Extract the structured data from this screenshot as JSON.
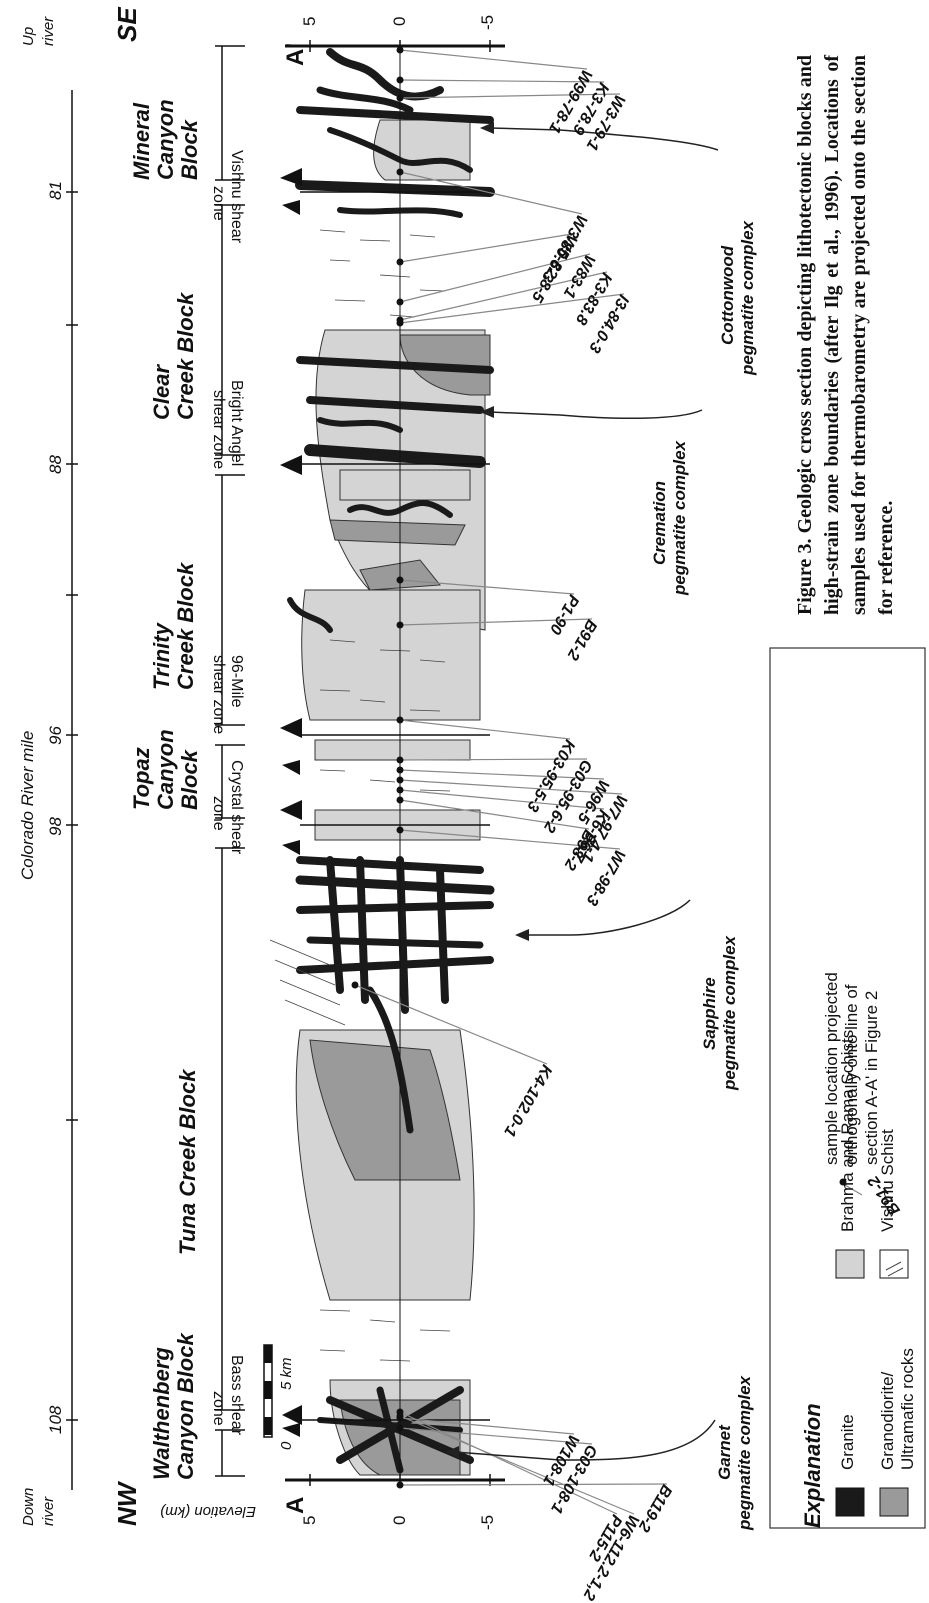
{
  "figure_caption": "Figure 3. Geologic cross section depicting lithotectonic blocks and high-strain zone boundaries (after Ilg et al., 1996). Locations of samples used for thermobarometry are projected onto the section for reference.",
  "section": {
    "end_left": "A",
    "end_right": "A'",
    "left_direction": "NW",
    "right_direction": "SE",
    "left_river": [
      "Down",
      "river"
    ],
    "right_river": [
      "Up",
      "river"
    ],
    "river_mile_title": "Colorado River mile",
    "river_miles": [
      "81",
      "88",
      "96",
      "98",
      "108"
    ],
    "elevation_axis_label": "Elevation (km)",
    "elevation_ticks_left": [
      "5",
      "0",
      "-5"
    ],
    "elevation_ticks_right": [
      "5",
      "0",
      "-5"
    ],
    "scale_bar_labels": [
      "5 km",
      "0"
    ]
  },
  "blocks": [
    {
      "line1": "Mineral",
      "line2": "Canyon",
      "line3": "Block"
    },
    {
      "line1": "Clear",
      "line2": "Creek Block"
    },
    {
      "line1": "Trinity",
      "line2": "Creek Block"
    },
    {
      "line1": "Topaz",
      "line2": "Canyon",
      "line3": "Block"
    },
    {
      "line1": "Tuna Creek Block"
    },
    {
      "line1": "Walthenberg",
      "line2": "Canyon Block"
    }
  ],
  "shear_zones": [
    {
      "line1": "Vishnu shear",
      "line2": "zone"
    },
    {
      "line1": "Bright Angel",
      "line2": "shear zone"
    },
    {
      "line1": "96-Mile",
      "line2": "shear zone"
    },
    {
      "line1": "Crystal shear",
      "line2": "zone"
    },
    {
      "line1": "Bass shear",
      "line2": "zone"
    }
  ],
  "pegmatite_complexes": [
    {
      "line1": "Cottonwood",
      "line2": "pegmatite complex"
    },
    {
      "line1": "Cremation",
      "line2": "pegmatite complex"
    },
    {
      "line1": "Sapphire",
      "line2": "pegmatite complex"
    },
    {
      "line1": "Garnet",
      "line2": "pegmatite complex"
    }
  ],
  "samples": [
    "W99-78-1",
    "K3-78.9",
    "W3-79-1",
    "W3-80.6-3",
    "W5-82.8-5",
    "W83-1",
    "K3-83.8",
    "I3-84.0-3",
    "P1-90",
    "B91-2",
    "K03-95.5-3",
    "G03-95.6-2",
    "W96-5",
    "W7-97.4-1",
    "K6-96.7",
    "B98-2",
    "W7-98-3",
    "K4-102.0-1",
    "W108-1",
    "G03-108-1",
    "P115-2",
    "W6-112.2-1,2",
    "B119-2"
  ],
  "explanation": {
    "title": "Explanation",
    "items": [
      "Granite",
      "Granodiorite/",
      "Ultramafic rocks",
      "Brahma and Rama Schists",
      "Vishnu Schist"
    ],
    "sample_desc": [
      "sample location projected",
      "orthogonally onto line of",
      "section A-A' in Figure 2"
    ],
    "sample_example": "B91-2"
  },
  "colors": {
    "granite": "#1a1a1a",
    "granodiorite": "#9a9a9a",
    "brahma_rama": "#d4d4d4",
    "vishnu": "#ffffff",
    "line": "#111111",
    "leader": "#888888"
  }
}
